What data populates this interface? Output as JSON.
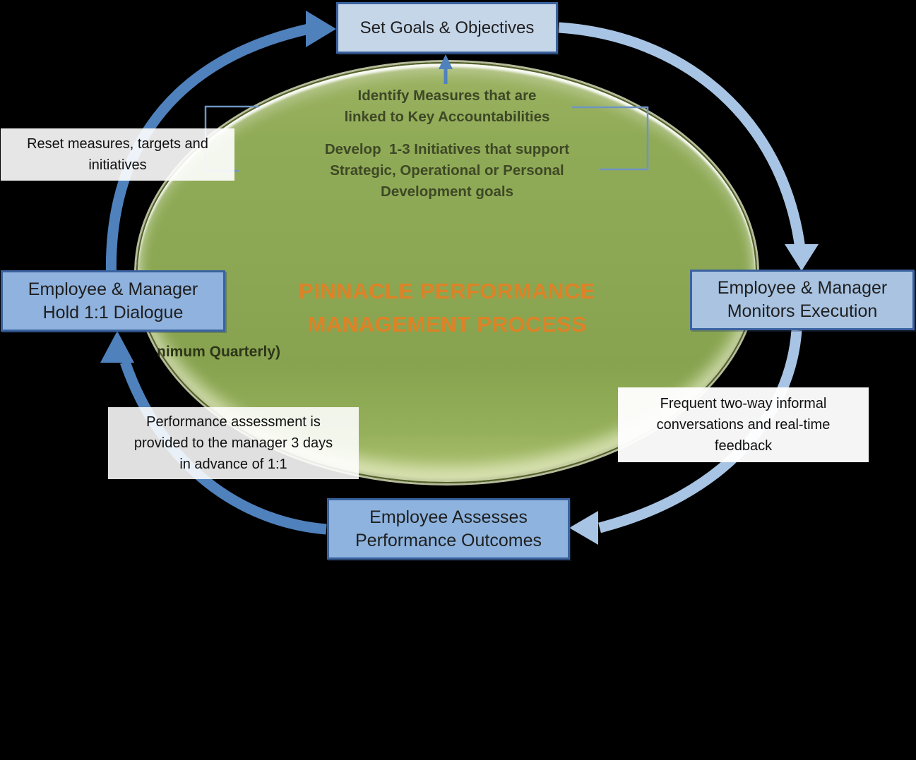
{
  "canvas": {
    "background": "#000000"
  },
  "ellipse": {
    "fill": "#8ca854",
    "title": "PINNACLE PERFORMANCE\nMANAGEMENT PROCESS",
    "title_color": "#dd8227",
    "measures_note": "Identify Measures that are\nlinked to Key Accountabilities",
    "initiatives_note": "Develop  1-3 Initiatives that support\nStrategic, Operational or Personal\nDevelopment goals",
    "quarterly_note": "nimum Quarterly)"
  },
  "boxes": {
    "set_goals": {
      "label": "Set Goals & Objectives"
    },
    "monitors_execution": {
      "label": "Employee & Manager\nMonitors Execution"
    },
    "assesses_outcomes": {
      "label": "Employee Assesses\nPerformance Outcomes"
    },
    "hold_dialogue": {
      "label": "Employee & Manager\nHold 1:1 Dialogue"
    }
  },
  "annotations": {
    "reset": "Reset measures, targets and\ninitiatives",
    "assessment": "Performance assessment is\nprovided to the manager 3 days\nin advance of 1:1",
    "feedback": "Frequent two-way informal\nconversations and real-time\nfeedback"
  },
  "colors": {
    "arrow_dark": "#4f81bd",
    "arrow_light": "#a8c4e4",
    "bracket": "#6f94c2",
    "box_border": "#3a62a0",
    "box_fill_top": "#c6d6e9",
    "box_fill_left": "#8fb2de",
    "box_fill_right": "#a9c3e1",
    "box_fill_bottom": "#8db3de",
    "ellipse_fill": "#8ca854",
    "title_orange": "#dd8227",
    "background": "#000000"
  }
}
